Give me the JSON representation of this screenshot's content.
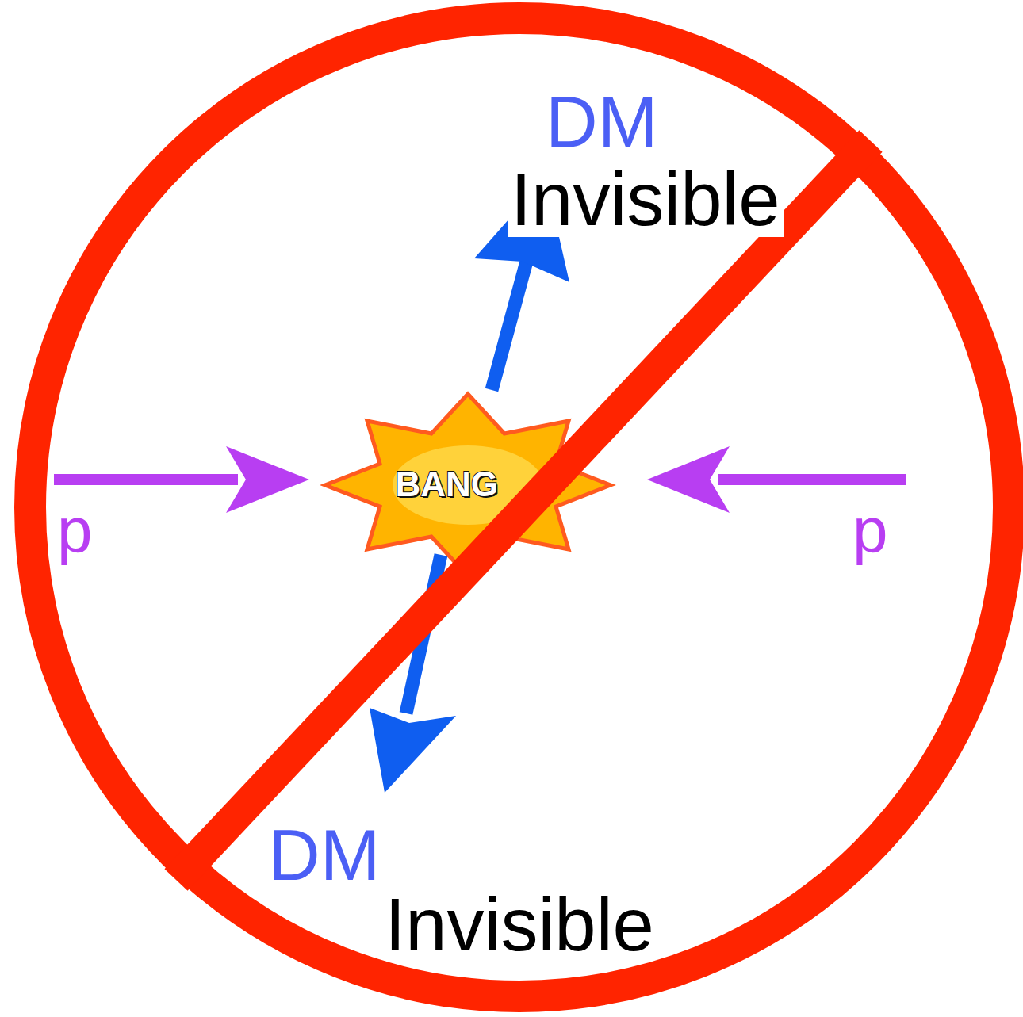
{
  "diagram": {
    "labels": [
      "DM",
      "Invisible",
      "p",
      "BANG",
      "p",
      "DM",
      "Invisible"
    ]
  }
}
